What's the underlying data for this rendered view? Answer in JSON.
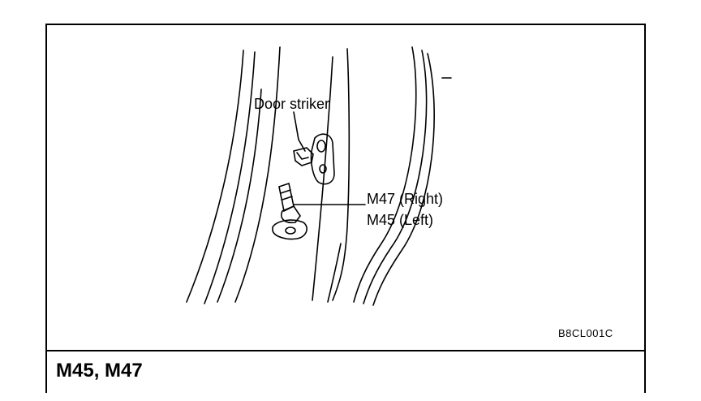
{
  "labels": {
    "door_striker": "Door striker",
    "right_model": "M47 (Right)",
    "left_model": "M45 (Left)",
    "figure_code": "B8CL001C",
    "panel_title": "M45, M47"
  }
}
